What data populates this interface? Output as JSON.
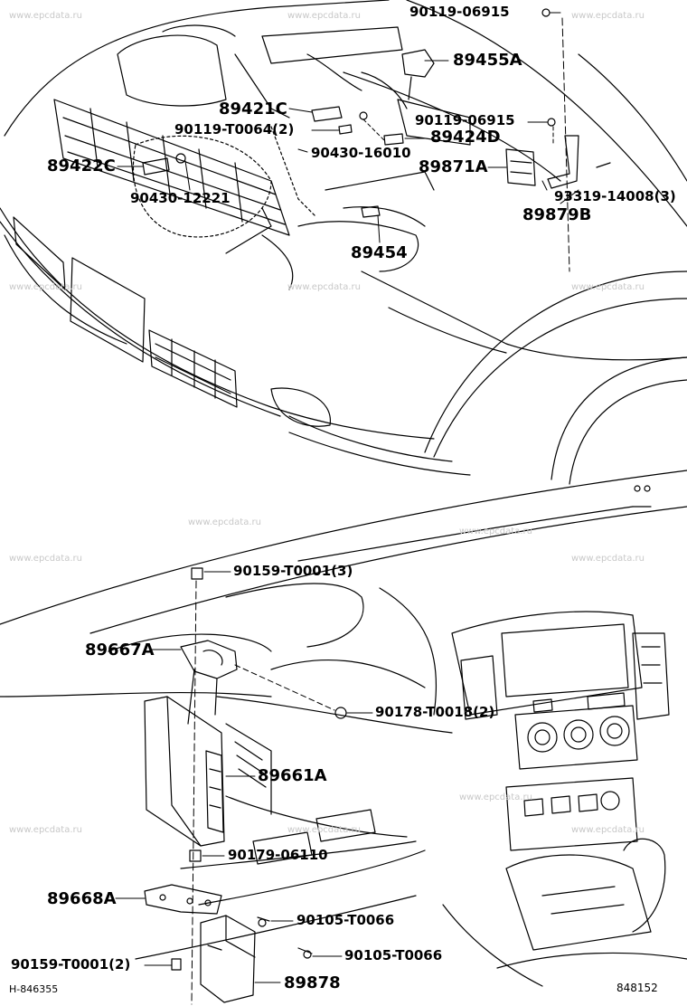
{
  "diagram": {
    "callouts": [
      {
        "id": "c1",
        "text": "90119-06915"
      },
      {
        "id": "c2",
        "text": "89455A"
      },
      {
        "id": "c3",
        "text": "89421C"
      },
      {
        "id": "c4",
        "text": "90119-06915"
      },
      {
        "id": "c5",
        "text": "90119-T0064(2)"
      },
      {
        "id": "c6",
        "text": "89424D"
      },
      {
        "id": "c7",
        "text": "89422C"
      },
      {
        "id": "c8",
        "text": "90430-16010"
      },
      {
        "id": "c9",
        "text": "89871A"
      },
      {
        "id": "c10",
        "text": "90430-12221"
      },
      {
        "id": "c11",
        "text": "93319-14008(3)"
      },
      {
        "id": "c12",
        "text": "89879B"
      },
      {
        "id": "c13",
        "text": "89454"
      },
      {
        "id": "c14",
        "text": "90159-T0001(3)"
      },
      {
        "id": "c15",
        "text": "89667A"
      },
      {
        "id": "c16",
        "text": "90178-T0018(2)"
      },
      {
        "id": "c17",
        "text": "89661A"
      },
      {
        "id": "c18",
        "text": "90179-06110"
      },
      {
        "id": "c19",
        "text": "89668A"
      },
      {
        "id": "c20",
        "text": "90105-T0066"
      },
      {
        "id": "c21",
        "text": "90105-T0066"
      },
      {
        "id": "c22",
        "text": "90159-T0001(2)"
      },
      {
        "id": "c23",
        "text": "89878"
      }
    ],
    "footer_left": "H-846355",
    "footer_right": "848152",
    "watermark": "www.epcdata.ru"
  }
}
